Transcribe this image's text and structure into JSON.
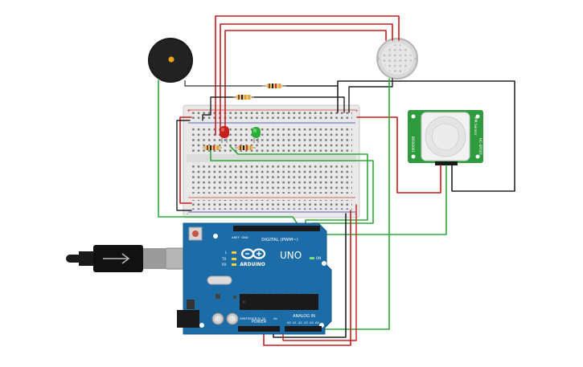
{
  "pir_sensor": {
    "top_label": "PIR Sensor",
    "side_label": "BISS0001",
    "model": "HC-SR501"
  },
  "arduino": {
    "brand": "ARDUINO",
    "model": "UNO",
    "digital_label": "DIGITAL (PWM~)",
    "power_label": "POWER",
    "analog_label": "ANALOG IN",
    "tx_label": "TX",
    "rx_label": "RX",
    "l_label": "L",
    "on_label": "ON",
    "aref_label": "AREF",
    "gnd_label": "GND",
    "ioref_label": "IOREF",
    "reset_label": "RESET",
    "v33_label": "3.3V",
    "v5_label": "5V",
    "vin_label": "Vin",
    "analog_pins": [
      "A0",
      "A1",
      "A2",
      "A3",
      "A4",
      "A5"
    ]
  },
  "breadboard": {
    "rail_plus": "+",
    "rail_minus": "-"
  },
  "colors": {
    "wire_red": "#cc1a1a",
    "wire_black": "#222222",
    "wire_green": "#2eaa3a",
    "board_blue": "#1c6ca8",
    "pcb_green": "#2e9b3f",
    "led_red": "#c81e1e",
    "led_green": "#2cae3b"
  }
}
